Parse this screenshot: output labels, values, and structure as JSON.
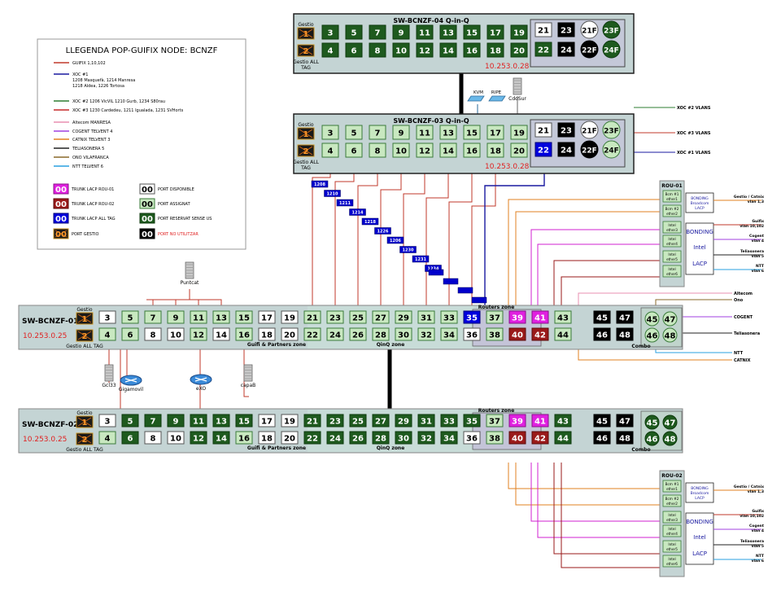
{
  "legend": {
    "title": "LLEGENDA POP-GUIFIX NODE: BCNZF",
    "lines": [
      {
        "label": "GUIFIX 1,10,102",
        "color": "#c0392b"
      },
      {
        "label": "XOC #1",
        "sub": [
          "1208 Masquefà, 1214 Manresa",
          "1218 Aldea, 1226 Tortosa"
        ],
        "color": "#1a1aa0"
      },
      {
        "label": "XOC #2 1206 VicVIL 1210 Gurb, 1234 S80rau",
        "color": "#2e7d32"
      },
      {
        "label": "XOC #3 1230 Cardedeu, 1211 Igualada, 1231 SVHorts",
        "color": "#c62828"
      },
      {
        "label": "Altecom MANRESA",
        "color": "#e88fb0"
      },
      {
        "label": "COGENT TELVENT 4",
        "color": "#a040e0"
      },
      {
        "label": "CATNIX TELVENT 3",
        "color": "#e08020"
      },
      {
        "label": "TELIASONERA 5",
        "color": "#222222"
      },
      {
        "label": "ONO VILAFRANCA",
        "color": "#8a6a2a"
      },
      {
        "label": "NTT TELVENT 6",
        "color": "#2aa0e0"
      }
    ],
    "ports": [
      {
        "num": "00",
        "label": "TRUNK LACP ROU-01",
        "kind": "magenta"
      },
      {
        "num": "00",
        "label": "PORT DISPONIBLE",
        "kind": "white"
      },
      {
        "num": "00",
        "label": "TRUNK LACP ROU-02",
        "kind": "darkred"
      },
      {
        "num": "00",
        "label": "PORT ASSIGNAT",
        "kind": "lightgreen"
      },
      {
        "num": "00",
        "label": "TRUNK LACP ALL TAG",
        "kind": "blue"
      },
      {
        "num": "00",
        "label": "PORT  RESERVAT SENSE US",
        "kind": "darkgreen"
      },
      {
        "num": "00",
        "label": "PORT GESTIO",
        "kind": "gestio"
      },
      {
        "num": "00",
        "label": "PORT NO UTILITZAR",
        "kind": "black"
      }
    ]
  },
  "sw04": {
    "name": "SW-BCNZF-04  Q-in-Q",
    "ip": "10.253.0.28",
    "gestio": "Gestio",
    "gestio_all": "Gestio ALL",
    "tag": "TAG",
    "top": [
      "3",
      "5",
      "7",
      "9",
      "11",
      "13",
      "15",
      "17",
      "19"
    ],
    "bottom": [
      "4",
      "6",
      "8",
      "10",
      "12",
      "14",
      "16",
      "18",
      "20"
    ],
    "sfp_top": [
      "21",
      "23",
      "21F",
      "23F"
    ],
    "sfp_bottom": [
      "22",
      "24",
      "22F",
      "24F"
    ]
  },
  "sw03": {
    "name": "SW-BCNZF-03  Q-in-Q",
    "ip": "10.253.0.28",
    "gestio": "Gestio",
    "gestio_all": "Gestio ALL",
    "tag": "TAG",
    "top": [
      "3",
      "5",
      "7",
      "9",
      "11",
      "13",
      "15",
      "17",
      "19"
    ],
    "bottom": [
      "4",
      "6",
      "8",
      "10",
      "12",
      "14",
      "16",
      "18",
      "20"
    ],
    "sfp_top": [
      "21",
      "23",
      "21F",
      "23F"
    ],
    "sfp_bottom": [
      "22",
      "24",
      "22F",
      "24F"
    ],
    "servers": [
      "KVM",
      "RIPE",
      "CdoSur"
    ],
    "right_labels": [
      "XOC #2 VLANS",
      "XOC #3 VLANS",
      "XOC #1 VLANS"
    ]
  },
  "vlan_tags": [
    "1208",
    "1210",
    "1211",
    "1214",
    "1218",
    "1226",
    "1206",
    "1230",
    "1231",
    "1234"
  ],
  "sw01": {
    "name": "SW-BCNZF-01",
    "ip": "10.253.0.25",
    "gestio": "Gestio",
    "gestio_all": "Gestio ALL TAG",
    "top": [
      "3",
      "5",
      "7",
      "9",
      "11",
      "13",
      "15",
      "17",
      "19",
      "21",
      "23",
      "25",
      "27",
      "29",
      "31",
      "33",
      "35",
      "37",
      "39",
      "41",
      "43",
      "45",
      "47"
    ],
    "bottom": [
      "4",
      "6",
      "8",
      "10",
      "12",
      "14",
      "16",
      "18",
      "20",
      "22",
      "24",
      "26",
      "28",
      "30",
      "32",
      "34",
      "36",
      "38",
      "40",
      "42",
      "44",
      "46",
      "48"
    ],
    "zones": [
      "Guifi & Partners zone",
      "QinQ zone",
      "Routers zone",
      "Combo"
    ],
    "server_top": "Puntcat",
    "servers_bottom": [
      "Gcl33",
      "Gigamovil",
      "eXO",
      "capaB"
    ],
    "right_labels": [
      "Altecom",
      "Ono",
      "COGENT",
      "Teliasonera",
      "NTT",
      "CATNIX"
    ]
  },
  "sw02": {
    "name": "SW-BCNZF-02",
    "ip": "10.253.0.25",
    "gestio": "Gestio",
    "gestio_all": "Gestio ALL TAG",
    "top": [
      "3",
      "5",
      "7",
      "9",
      "11",
      "13",
      "15",
      "17",
      "19",
      "21",
      "23",
      "25",
      "27",
      "29",
      "31",
      "33",
      "35",
      "37",
      "39",
      "41",
      "43",
      "45",
      "47"
    ],
    "bottom": [
      "4",
      "6",
      "8",
      "10",
      "12",
      "14",
      "16",
      "18",
      "20",
      "22",
      "24",
      "26",
      "28",
      "30",
      "32",
      "34",
      "36",
      "38",
      "40",
      "42",
      "44",
      "46",
      "48"
    ],
    "zones": [
      "Guifi & Partners zone",
      "QinQ zone",
      "Routers zone",
      "Combo"
    ]
  },
  "rou01": {
    "name": "ROU-01",
    "ifaces": [
      "Bcm #1 ether1",
      "Bcm #2 ether2",
      "Intel ether3",
      "Intel ether4",
      "Intel ether5",
      "Intel ether6"
    ],
    "bond1": "BONDING Broadcom LACP",
    "bond2": [
      "BONDING",
      "Intel",
      "LACP"
    ],
    "labels": [
      [
        "Gestio / Catnix",
        "vlan 1,3"
      ],
      [
        "Guifix",
        "vlan 10,102"
      ],
      [
        "Cogent",
        "vlan 4"
      ],
      [
        "Teliasonera",
        "vlan 5"
      ],
      [
        "NTT",
        "vlan 6"
      ]
    ]
  },
  "rou02": {
    "name": "ROU-02",
    "ifaces": [
      "Bcm #1 ether1",
      "Bcm #2 ether2",
      "Intel ether3",
      "Intel ether4",
      "Intel ether5",
      "Intel ether6"
    ],
    "bond1": "BONDING Broadcom LACP",
    "bond2": [
      "BONDING",
      "Intel",
      "LACP"
    ],
    "labels": [
      [
        "Gestio / Catnix",
        "vlan 1,3"
      ],
      [
        "Guifix",
        "vlan 10,102"
      ],
      [
        "Cogent",
        "vlan 4"
      ],
      [
        "Teliasonera",
        "vlan 5"
      ],
      [
        "NTT",
        "vlan 6"
      ]
    ]
  }
}
